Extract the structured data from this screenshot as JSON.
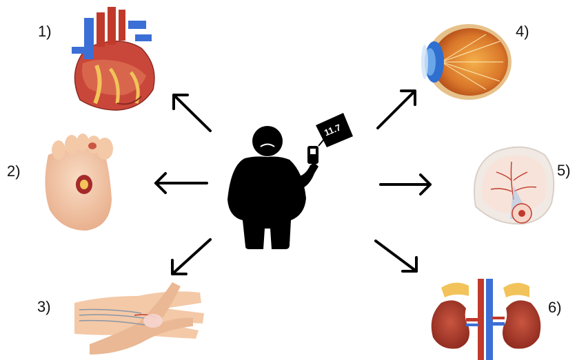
{
  "center": {
    "figure_icon": "obese-person-icon",
    "glucometer_icon": "glucose-meter-icon",
    "reading": "11.7"
  },
  "complications": [
    {
      "label": "1)",
      "icon": "heart-icon"
    },
    {
      "label": "2)",
      "icon": "foot-ulcer-icon"
    },
    {
      "label": "3)",
      "icon": "hand-nerve-icon"
    },
    {
      "label": "4)",
      "icon": "eye-icon"
    },
    {
      "label": "5)",
      "icon": "brain-icon"
    },
    {
      "label": "6)",
      "icon": "kidneys-icon"
    }
  ],
  "colors": {
    "arrow": "#000000",
    "figure": "#000000",
    "artery_red": "#c0392b",
    "vein_blue": "#3b6fd6",
    "fat_yellow": "#f2c35a",
    "skin": "#f3c9a8"
  }
}
